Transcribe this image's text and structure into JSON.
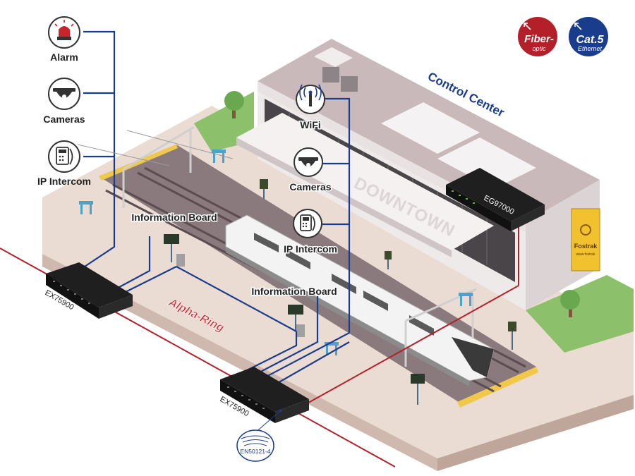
{
  "legend": {
    "fiber": {
      "line1": "Fiber-",
      "line2": "optic",
      "color": "#b3202a"
    },
    "cat5": {
      "line1": "Cat.5",
      "line2": "Ethernet",
      "color": "#1a3c8c"
    }
  },
  "building": {
    "title": "Control Center",
    "sign": "DOWNTOWN",
    "billboard_brand": "Fostrak",
    "billboard_sub": "www.fostrak"
  },
  "devices": {
    "alarm": {
      "label": "Alarm",
      "icon": "alarm-icon"
    },
    "cameras_left": {
      "label": "Cameras",
      "icon": "camera-icon"
    },
    "intercom_left": {
      "label": "IP Intercom",
      "icon": "intercom-icon"
    },
    "wifi": {
      "label": "WiFi",
      "icon": "wifi-icon"
    },
    "cameras_center": {
      "label": "Cameras",
      "icon": "camera-icon"
    },
    "intercom_center": {
      "label": "IP Intercom",
      "icon": "intercom-icon"
    },
    "info_board_1": {
      "label": "Information Board"
    },
    "info_board_2": {
      "label": "Information Board"
    }
  },
  "switches": {
    "left": {
      "model": "EX75900"
    },
    "bottom": {
      "model": "EX75900"
    },
    "control": {
      "model": "EG97000"
    }
  },
  "ring": {
    "label": "Alpha-Ring"
  },
  "standard": {
    "label": "EN50121-4"
  },
  "colors": {
    "fiber": "#b3202a",
    "ethernet": "#1a3c8c",
    "icon_red": "#c8242c",
    "building_roof": "#c9b9bb",
    "platform": "#eadbd3"
  }
}
